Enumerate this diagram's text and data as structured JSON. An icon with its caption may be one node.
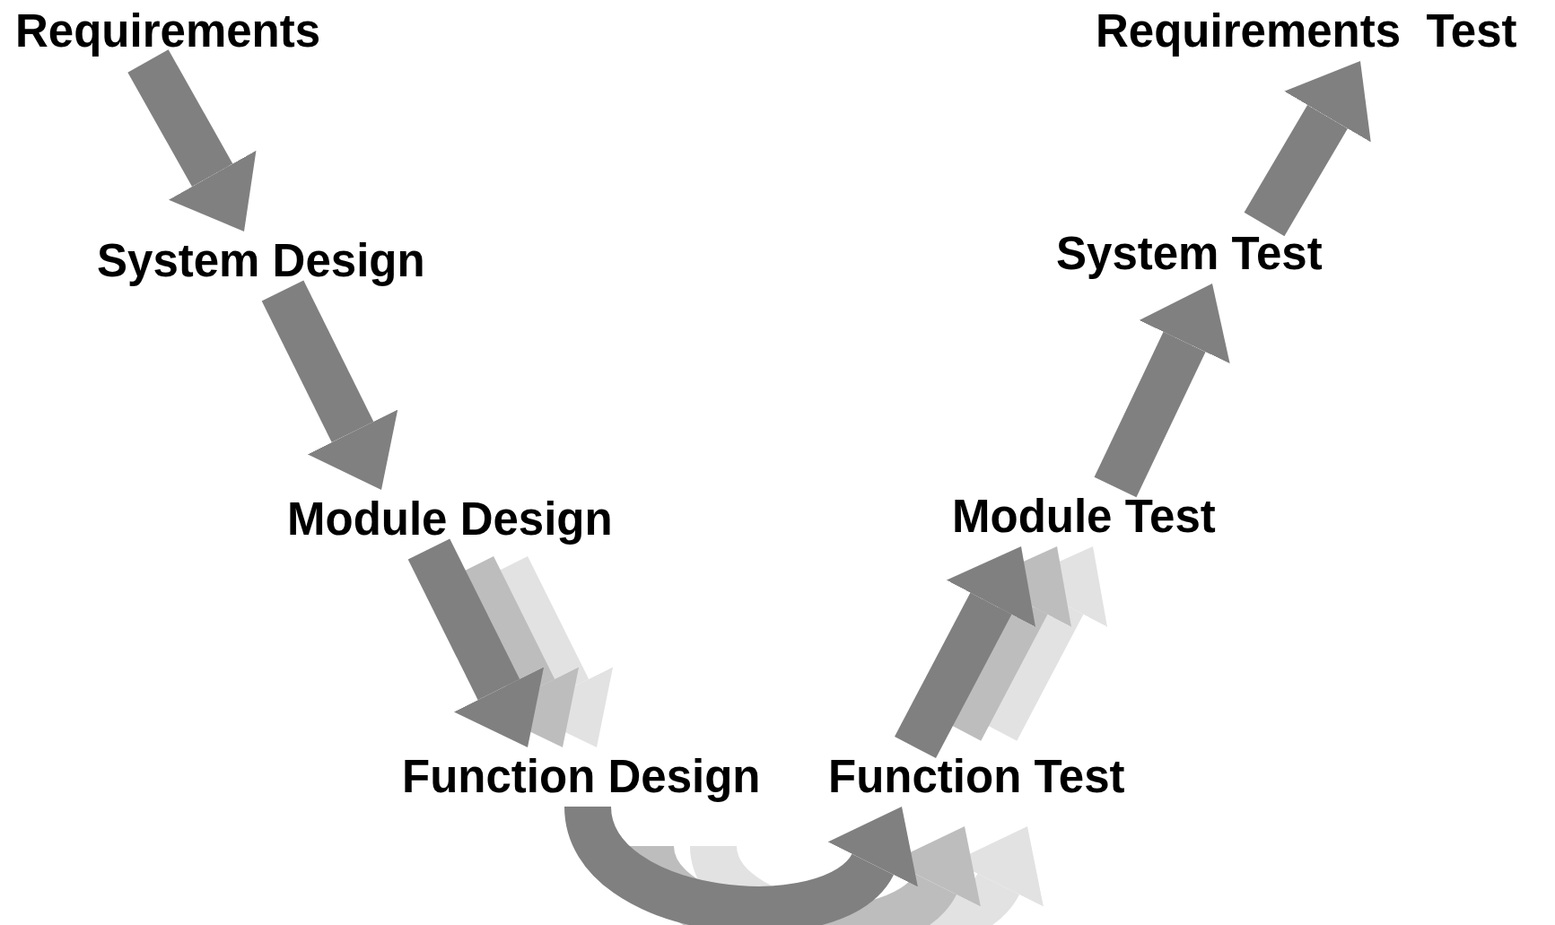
{
  "diagram": {
    "nodes": [
      {
        "text": [
          "Requirements"
        ]
      },
      {
        "text": [
          "System Design"
        ]
      },
      {
        "text": [
          "Module Design"
        ]
      },
      {
        "text": [
          "Function Design"
        ]
      },
      {
        "text": [
          "Function Test"
        ]
      },
      {
        "text": [
          "Module Test"
        ]
      },
      {
        "text": [
          "System Test"
        ]
      },
      {
        "text": [
          "Requirements  Test"
        ]
      }
    ],
    "edges": [
      {
        "from": 0,
        "to": 1,
        "arrow": "to"
      },
      {
        "from": 1,
        "to": 2,
        "arrow": "to"
      },
      {
        "from": 2,
        "to": 3,
        "arrow": "to"
      },
      {
        "from": 3,
        "to": 4,
        "arrow": "to"
      },
      {
        "from": 4,
        "to": 5,
        "arrow": "to"
      },
      {
        "from": 5,
        "to": 6,
        "arrow": "to"
      },
      {
        "from": 6,
        "to": 7,
        "arrow": "to"
      }
    ]
  }
}
